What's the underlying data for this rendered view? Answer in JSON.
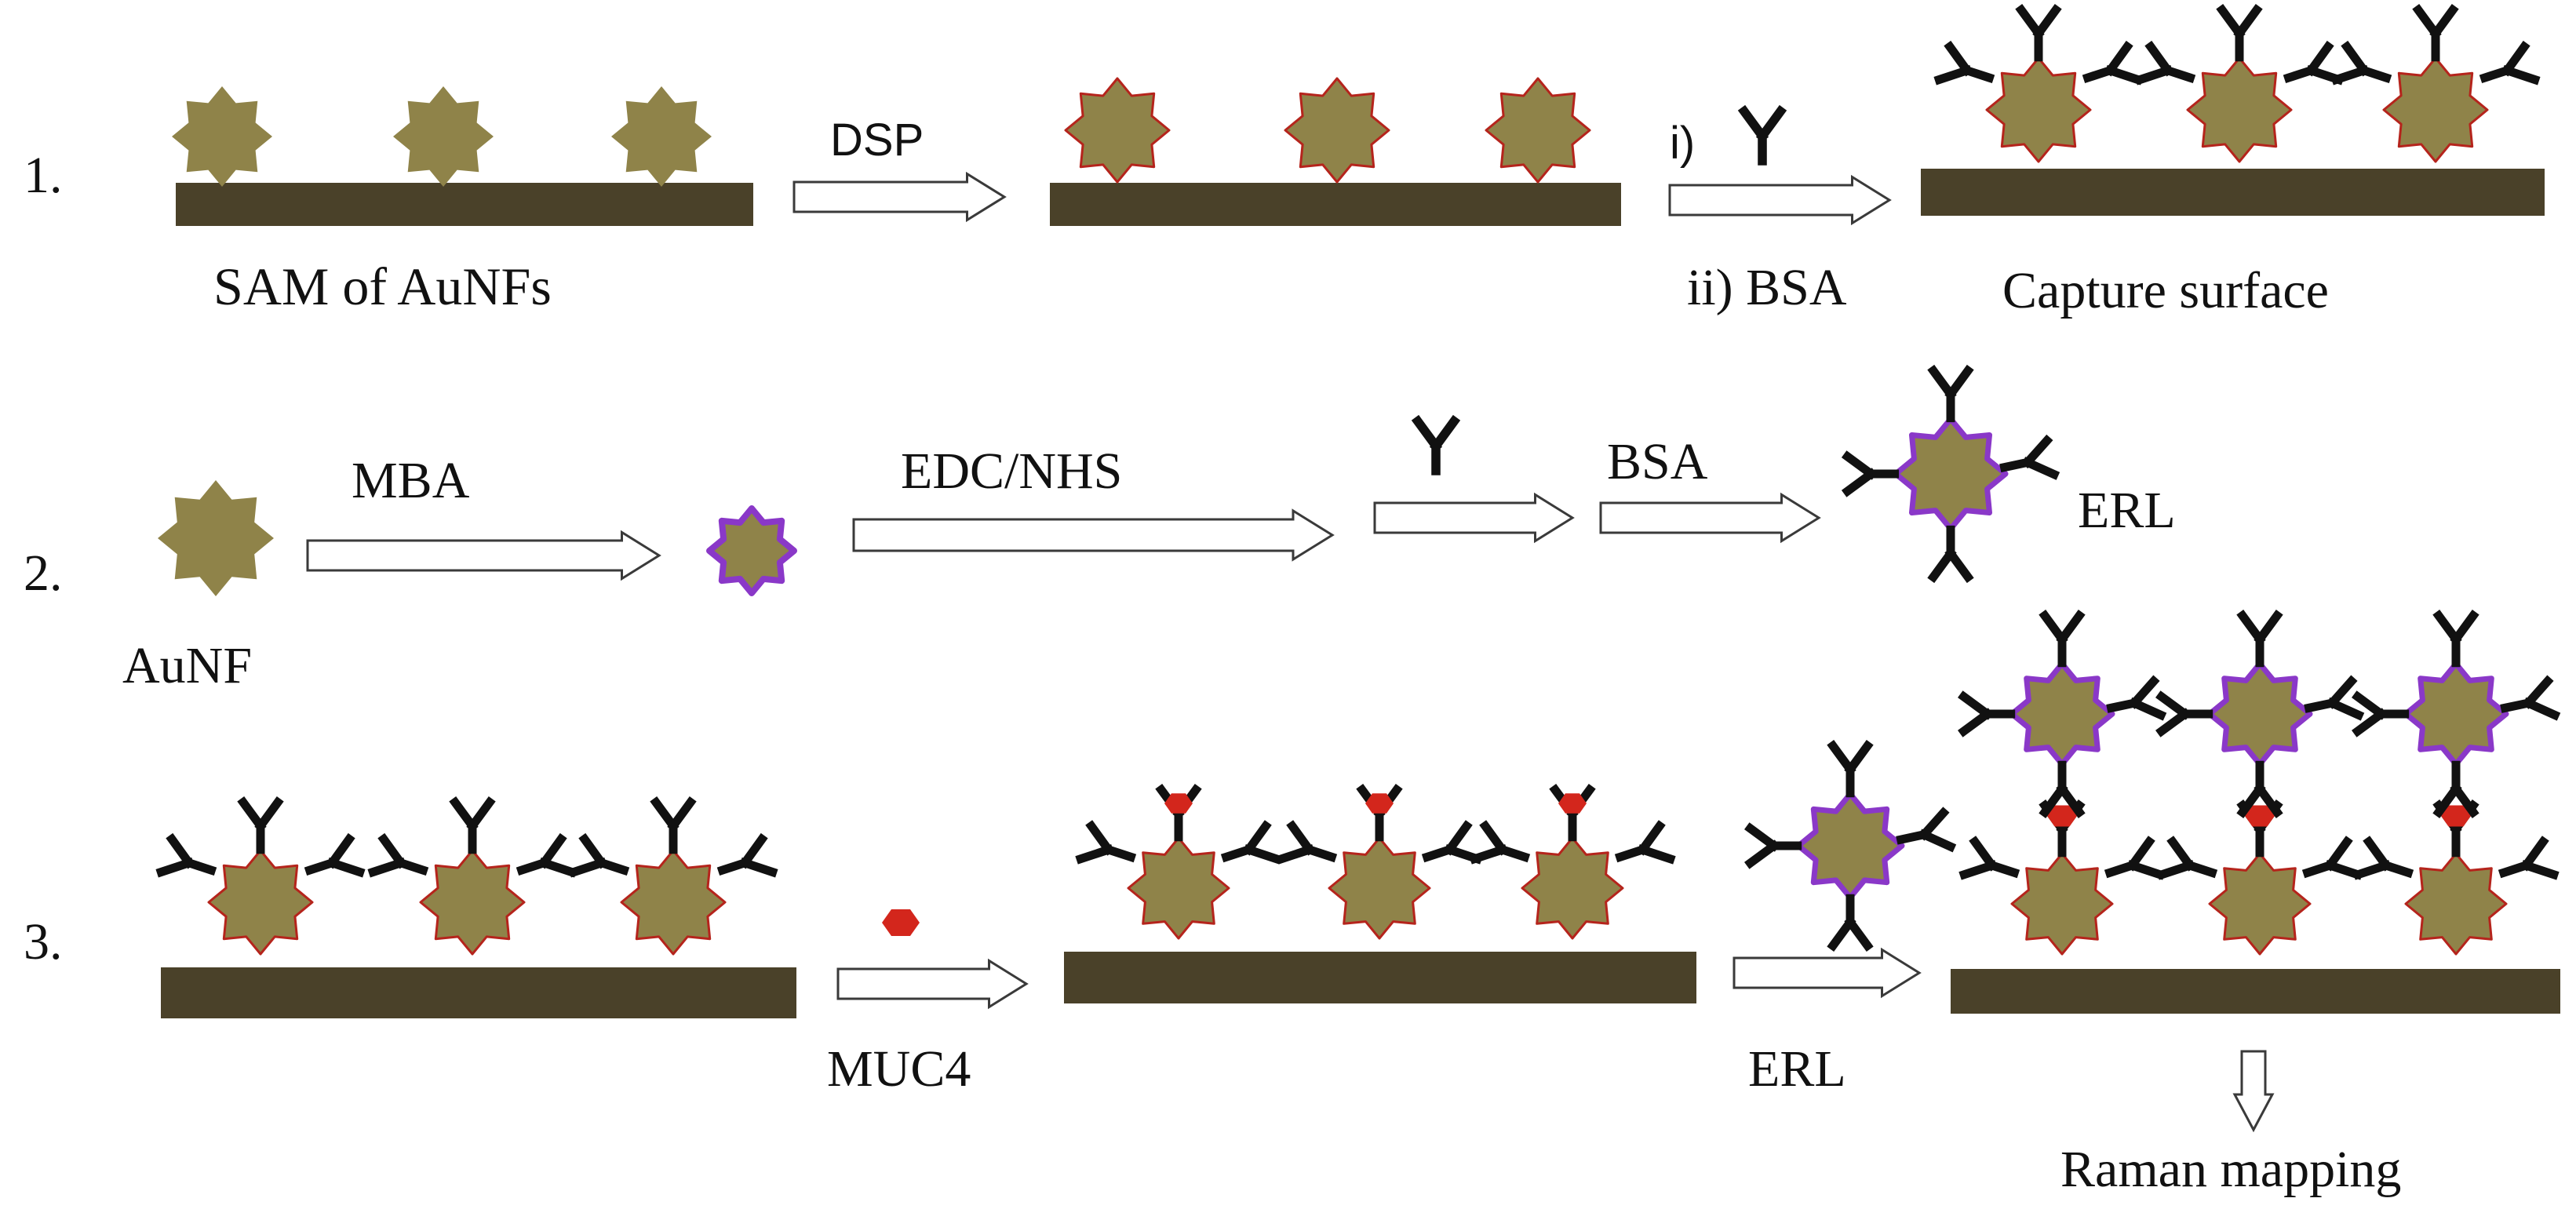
{
  "colors": {
    "substrate": "#4a4129",
    "star_fill": "#8f8349",
    "dsp_outline": "#b5241c",
    "mba_outline": "#8a38c8",
    "antibody": "#111111",
    "antigen": "#d3261c",
    "arrow_stroke": "#3a3a3a",
    "text": "#111111"
  },
  "icons": {
    "star": "eight-point-star-icon",
    "antibody": "antibody-y-icon",
    "antigen": "hexagon-antigen-icon",
    "arrow": "hollow-arrow-icon"
  },
  "rows": {
    "row1": {
      "number": "1.",
      "caption_sam": "SAM of AuNFs",
      "arrow_dsp": "DSP",
      "step_i": "i)",
      "step_ii": "ii) BSA",
      "caption_capture": "Capture surface"
    },
    "row2": {
      "number": "2.",
      "caption_aunf": "AuNF",
      "arrow_mba": "MBA",
      "arrow_edc": "EDC/NHS",
      "arrow_bsa": "BSA",
      "caption_erl": "ERL"
    },
    "row3": {
      "number": "3.",
      "arrow_muc4": "MUC4",
      "arrow_erl": "ERL",
      "caption_raman": "Raman mapping"
    }
  }
}
